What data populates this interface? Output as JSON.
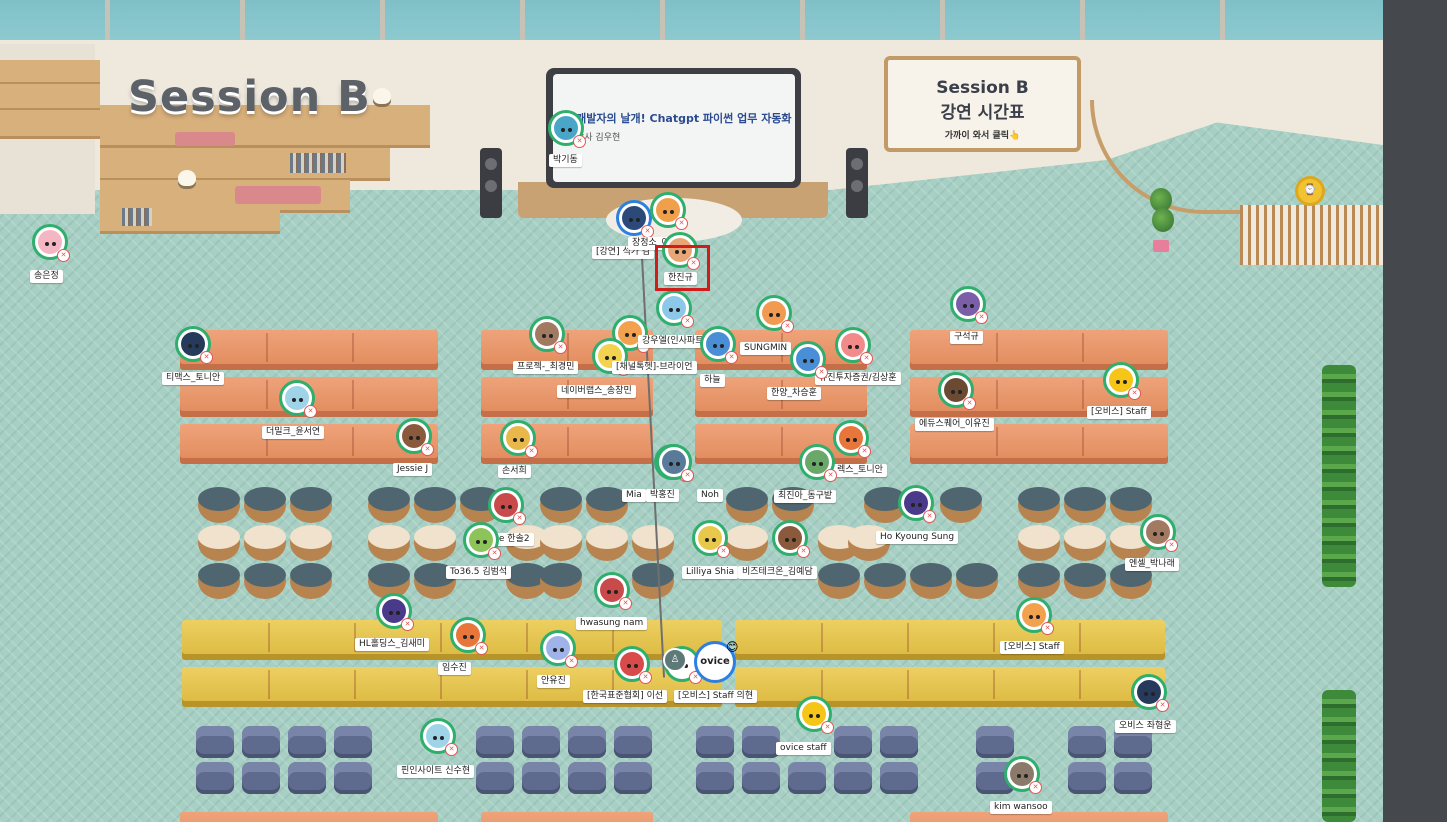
{
  "room": {
    "session_title": "Session B",
    "screen": {
      "title": "비개발자의 날개! Chatgpt 파이썬 업무 자동화",
      "subtitle": "강사 김우현"
    },
    "board": {
      "title_line1": "Session B",
      "title_line2": "강연 시간표",
      "hint": "가까이 와서 클릭👆"
    }
  },
  "participants": [
    {
      "label": "송은정",
      "color": "#f4b6c2"
    },
    {
      "label": "박기동",
      "color": "#4aa6c9"
    },
    {
      "label": "[강연] 석가 김",
      "color": "#2b4a7a"
    },
    {
      "label": "장정소_이필립",
      "color": "#f0a04b"
    },
    {
      "label": "한진규",
      "color": "#e8a676"
    },
    {
      "label": "구석규",
      "color": "#7a5ea8"
    },
    {
      "label": "티맥스_토니안",
      "color": "#263a5c"
    },
    {
      "label": "프로젝-_최경민",
      "color": "#a27a62"
    },
    {
      "label": "강우엘(인사파트)",
      "color": "#f2a24f"
    },
    {
      "label": "[채널톡헷]-브라이언",
      "color": "#f2d24f"
    },
    {
      "label": "SUNGMIN",
      "color": "#f09a52"
    },
    {
      "label": "하늘",
      "color": "#4a8fd6"
    },
    {
      "label": "유진투자증권/김상훈",
      "color": "#f28a8a"
    },
    {
      "label": "네이버랩스_송창민",
      "color": "#8cc9e8"
    },
    {
      "label": "한양_차승훈",
      "color": "#4a8fd6"
    },
    {
      "label": "에듀스퀘어_이유진",
      "color": "#6b4a33"
    },
    {
      "label": "[오비스] Staff",
      "color": "#f5c518"
    },
    {
      "label": "더밀크_윤서연",
      "color": "#9fd3e8"
    },
    {
      "label": "Jessie J",
      "color": "#8b5a3c"
    },
    {
      "label": "손서희",
      "color": "#e8b84a"
    },
    {
      "label": "Mia",
      "color": "#e8b84a"
    },
    {
      "label": "박홍진",
      "color": "#5a7a9a"
    },
    {
      "label": "Noh",
      "color": "#5a7a9a"
    },
    {
      "label": "렉스_토니안",
      "color": "#e8763a"
    },
    {
      "label": "최진아_동구밭",
      "color": "#6aa86a"
    },
    {
      "label": "oVice 한솔2",
      "color": "#c94a4a"
    },
    {
      "label": "Ho Kyoung Sung",
      "color": "#4a3a8a"
    },
    {
      "label": "To36.5 김범석",
      "color": "#8cc45a"
    },
    {
      "label": "Lilliya Shia",
      "color": "#e8c84a"
    },
    {
      "label": "비즈테크온_김예담",
      "color": "#8b5a3c"
    },
    {
      "label": "엔셀_박나래",
      "color": "#a27a62"
    },
    {
      "label": "hwasung nam",
      "color": "#c94a4a"
    },
    {
      "label": "HL홀딩스_김새미",
      "color": "#4a3a8a"
    },
    {
      "label": "임수진",
      "color": "#e8763a"
    },
    {
      "label": "안유진",
      "color": "#9fb3e8"
    },
    {
      "label": "[한국표준협회] 이선",
      "color": "#d94a4a"
    },
    {
      "label": "[오비스] Staff 의현",
      "color": "#ffffff"
    },
    {
      "label": "[오비스] Staff",
      "color": "#f2a24f"
    },
    {
      "label": "오비스 좌형운",
      "color": "#263a5c"
    },
    {
      "label": "ovice staff",
      "color": "#f5c518"
    },
    {
      "label": "핀인사이트 신수현",
      "color": "#9fd3e8"
    },
    {
      "label": "kim wansoo",
      "color": "#8b7a6a"
    }
  ],
  "misc": {
    "ovice_logo": "ovice",
    "ovice_emoji": "😊",
    "mute_glyph": "✕",
    "person_glyph": "♙",
    "clock_glyph": "⌚"
  }
}
